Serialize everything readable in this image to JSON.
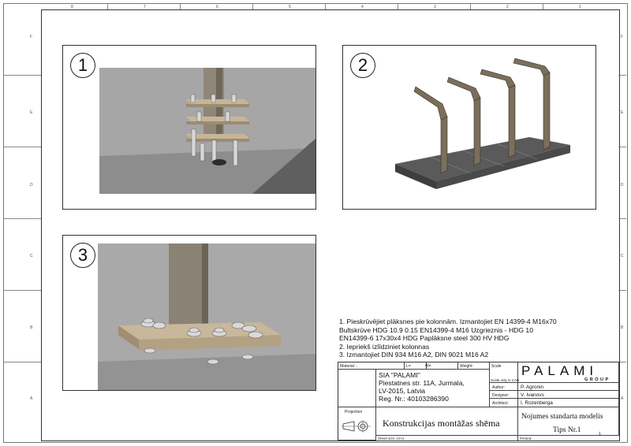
{
  "border": {
    "top_columns": [
      "8",
      "7",
      "6",
      "5",
      "4",
      "3",
      "2",
      "1"
    ],
    "rows": [
      "F",
      "E",
      "D",
      "C",
      "B",
      "A"
    ]
  },
  "views": [
    {
      "number": "1"
    },
    {
      "number": "2"
    },
    {
      "number": "3"
    }
  ],
  "notes": [
    "1. Pieskrūvējiet plāksnes pie kolonnām. Izmantojiet EN 14399-4 M16x70",
    "Bultskrūve HDG 10.9 0.15 EN14399-4 M16 Uzgrieznis - HDG 10",
    "EN14399-6 17x30x4 HDG Paplāksne steel 300 HV HDG",
    "2. Iepriekš izlīdziniet kolonnas",
    "3. Izmantojiet DIN 934 M16 A2, DIN 9021 M16 A2"
  ],
  "title_block": {
    "material_label": "Material: -",
    "l_label": "L=",
    "w_label": "W=",
    "weight_label": "Weight:",
    "scale_label": "Scale",
    "scale_note": "Scale only in CAD",
    "company": [
      "SIA \"PALAMI\"",
      "Piestatnes str. 11A, Jurmala,",
      "LV-2015, Latvia",
      "Reg. Nr.: 40103286390"
    ],
    "logo": "PALAMI",
    "logo_sub": "GROUP",
    "author_label": "Author:",
    "author": "P. Agronin",
    "designer_label": "Designer:",
    "designer": "V. Ivanovs",
    "architect_label": "Architect:",
    "architect": "I. Rozenberga",
    "projection_label": "Projection",
    "drawing_title": "Konstrukcijas montāžas shēma",
    "model_title": "Nojumes standarta modelis",
    "type_label": "Tips Nr.1",
    "sheet_size": "Sheet size: A3 H",
    "printed_label": "Printed:",
    "page_number": "1"
  }
}
